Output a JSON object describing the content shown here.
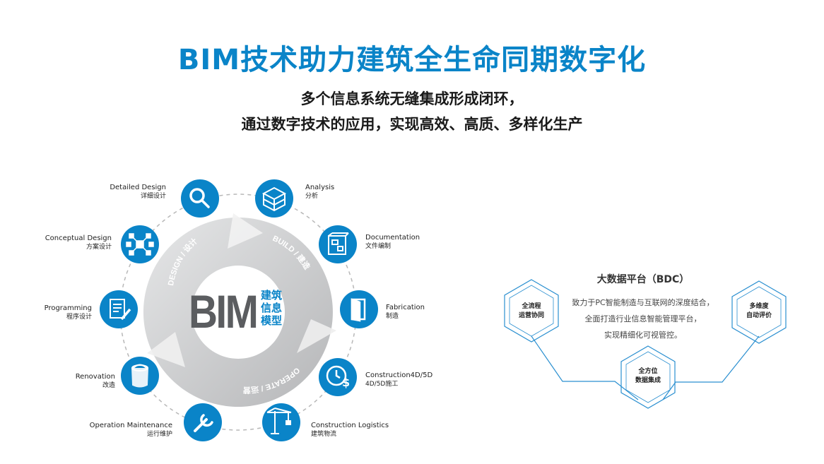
{
  "title": "BIM技术助力建筑全生命同期数字化",
  "subtitle_lines": [
    "多个信息系统无缝集成形成闭环，",
    "通过数字技术的应用，实现高效、高质、多样化生产"
  ],
  "cycle": {
    "center_main": "BIM",
    "center_cn": [
      "建筑",
      "信息",
      "模型"
    ],
    "ring_labels": [
      "DESIGN / 设计",
      "BUILD / 建造",
      "OPERATE / 运营"
    ],
    "nodes": [
      {
        "en": "Detailed Design",
        "cn": "详细设计",
        "icon": "magnifier-icon"
      },
      {
        "en": "Analysis",
        "cn": "分析",
        "icon": "cube-icon"
      },
      {
        "en": "Documentation",
        "cn": "文件编制",
        "icon": "blueprint-icon"
      },
      {
        "en": "Fabrication",
        "cn": "制造",
        "icon": "door-icon"
      },
      {
        "en": "Construction4D/5D",
        "cn": "4D/5D施工",
        "icon": "clock-dollar-icon"
      },
      {
        "en": "Construction Logistics",
        "cn": "建筑物流",
        "icon": "crane-icon"
      },
      {
        "en": "Operation Maintenance",
        "cn": "运行维护",
        "icon": "wrench-icon"
      },
      {
        "en": "Renovation",
        "cn": "改造",
        "icon": "paint-bucket-icon"
      },
      {
        "en": "Programming",
        "cn": "程序设计",
        "icon": "document-pencil-icon"
      },
      {
        "en": "Conceptual Design",
        "cn": "方案设计",
        "icon": "network-icon"
      }
    ]
  },
  "bdc": {
    "title": "大数据平台（BDC）",
    "desc": [
      "致力于PC智能制造与互联网的深度结合，",
      "全面打造行业信息智能管理平台，",
      "实现精细化可视管控。"
    ],
    "hexagons": [
      {
        "lines": [
          "全流程",
          "运营协同"
        ]
      },
      {
        "lines": [
          "全方位",
          "数据集成"
        ]
      },
      {
        "lines": [
          "多维度",
          "自动评价"
        ]
      }
    ]
  },
  "colors": {
    "accent": "#0a84c8",
    "gray_ring": "#c9cacb",
    "dark_text": "#5b5d60"
  }
}
